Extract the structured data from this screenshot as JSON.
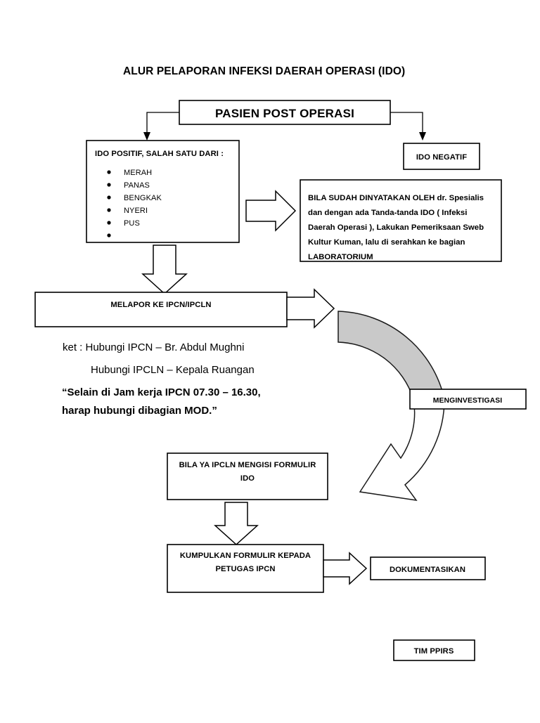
{
  "title": "ALUR PELAPORAN INFEKSI DAERAH OPERASI (IDO)",
  "nodes": {
    "start": "PASIEN POST OPERASI",
    "ido_positif_header": "IDO POSITIF, SALAH SATU DARI :",
    "ido_positif_items": [
      "MERAH",
      "PANAS",
      "BENGKAK",
      "NYERI",
      "PUS",
      ""
    ],
    "ido_negatif": "IDO NEGATIF",
    "lab_note_lines": [
      "BILA SUDAH DINYATAKAN OLEH dr. Spesialis",
      "dan dengan ada Tanda-tanda IDO ( Infeksi",
      "Daerah Operasi ), Lakukan Pemeriksaan Sweb",
      "Kultur Kuman, lalu di serahkan ke bagian",
      "LABORATORIUM"
    ],
    "melapor": "MELAPOR KE IPCN/IPCLN",
    "menginvestigasi": "MENGINVESTIGASI",
    "formulir_lines": [
      "BILA YA IPCLN MENGISI FORMULIR",
      "IDO"
    ],
    "kumpulkan_lines": [
      "KUMPULKAN FORMULIR KEPADA",
      "PETUGAS IPCN"
    ],
    "dokumentasikan": "DOKUMENTASIKAN",
    "tim_ppirs": "TIM PPIRS"
  },
  "note": {
    "line1": "ket : Hubungi IPCN – Br. Abdul Mughni",
    "line2": "Hubungi IPCLN – Kepala Ruangan",
    "line3": "“Selain di Jam kerja IPCN 07.30 – 16.30,",
    "line4": "harap hubungi dibagian MOD.”"
  },
  "colors": {
    "stroke": "#000000",
    "arc_fill": "#c9c9c9",
    "background": "#ffffff"
  }
}
